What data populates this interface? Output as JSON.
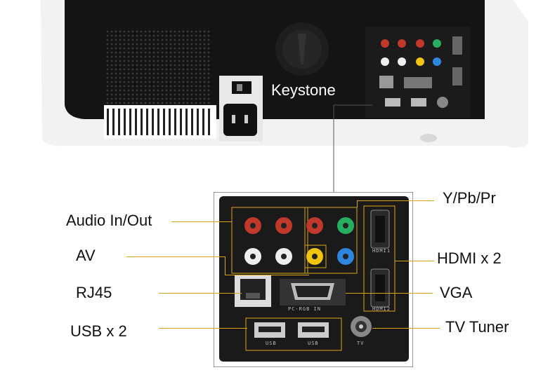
{
  "image": {
    "keystone_label": "Keystone",
    "callouts": {
      "audio": "Audio In/Out",
      "av": "AV",
      "rj45": "RJ45",
      "usb": "USB x 2",
      "ypbpr": "Y/Pb/Pr",
      "hdmi": "HDMI x 2",
      "vga": "VGA",
      "tv_tuner": "TV Tuner"
    },
    "panel_text": {
      "hdmi1": "HDMI1",
      "hdmi2": "HDMI2",
      "pc_rgb": "PC-RGB IN",
      "usb_a": "USB",
      "usb_b": "USB",
      "tv": "TV"
    }
  }
}
